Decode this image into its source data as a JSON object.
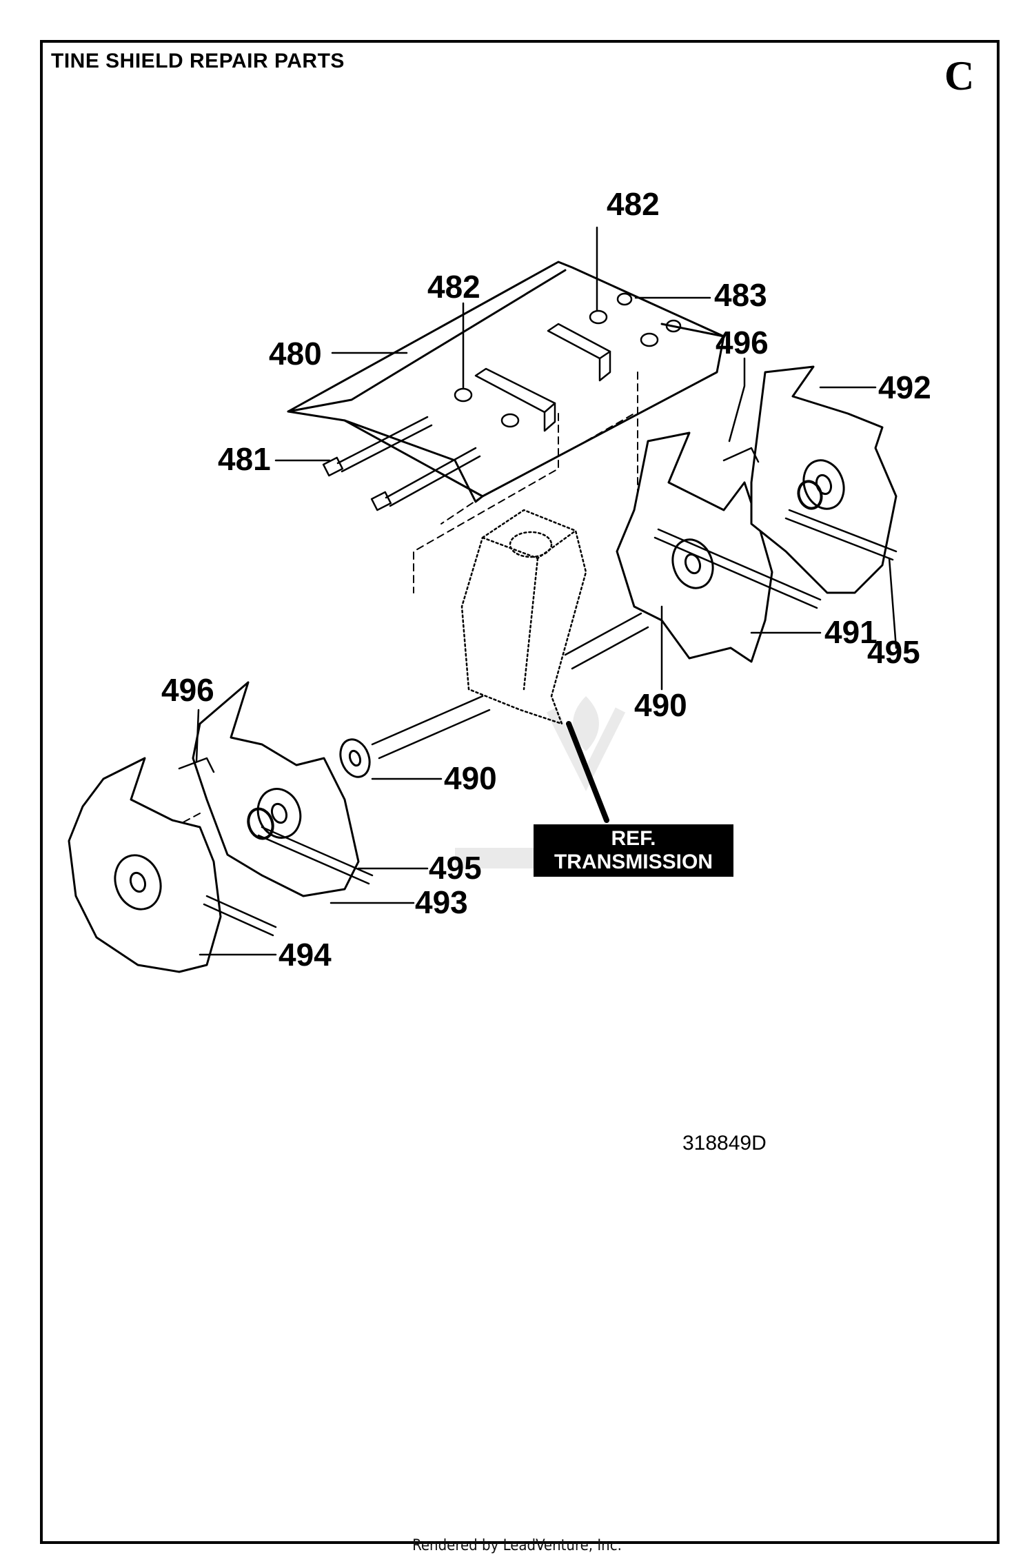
{
  "header": {
    "title": "TINE SHIELD REPAIR PARTS",
    "section_letter": "C"
  },
  "callouts": {
    "c480": "480",
    "c481": "481",
    "c482_top": "482",
    "c482_mid": "482",
    "c483": "483",
    "c496_right": "496",
    "c492": "492",
    "c491": "491",
    "c495_right": "495",
    "c490_right": "490",
    "c496_left": "496",
    "c490_left": "490",
    "c495_left": "495",
    "c493": "493",
    "c494": "494"
  },
  "reference_label": {
    "line1": "REF.",
    "line2": "TRANSMISSION"
  },
  "drawing_number": "318849D",
  "footer": "Rendered by LeadVenture, Inc.",
  "colors": {
    "ink": "#000000",
    "paper": "#ffffff"
  }
}
